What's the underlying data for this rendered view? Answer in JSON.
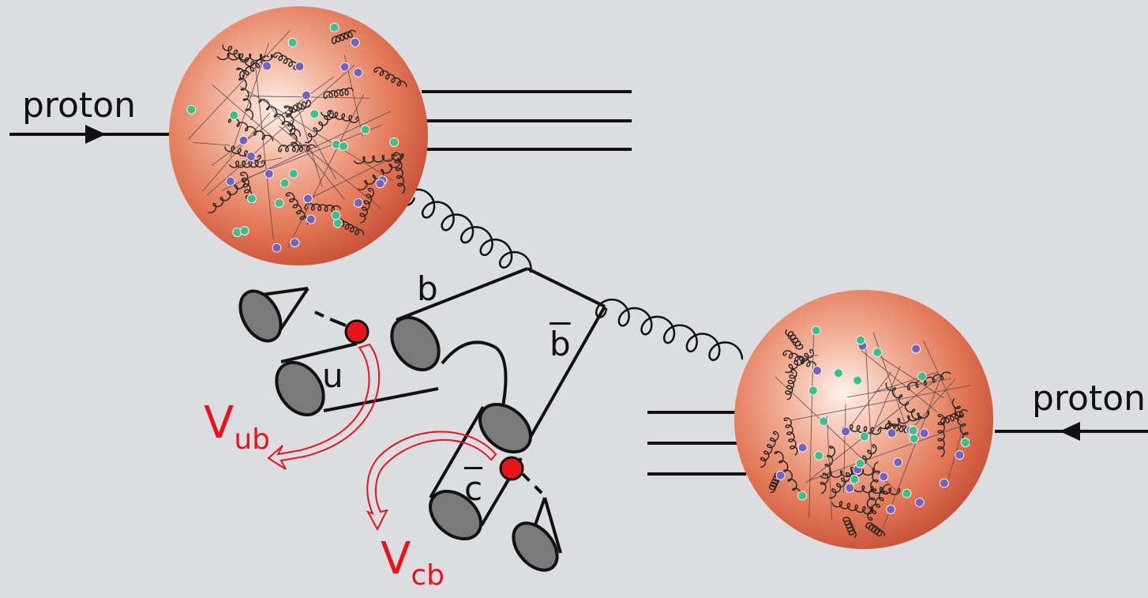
{
  "labels": {
    "proton_left": "proton",
    "proton_right": "proton",
    "b_quark": "b",
    "bbar_quark": "b",
    "u_quark": "u",
    "cbar_quark": "c",
    "vub_main": "V",
    "vub_sub": "ub",
    "vcb_main": "V",
    "vcb_sub": "cb"
  },
  "colors": {
    "background": "#dcdde0",
    "proton_fill": "#e0694a",
    "proton_highlight": "#fbe3d6",
    "quark_green": "#3fbf86",
    "quark_purple": "#7463b8",
    "meson_grey": "#7a7a7a",
    "vertex_red": "#e8141c",
    "ckm_red": "#e8141c",
    "line": "#111111"
  }
}
